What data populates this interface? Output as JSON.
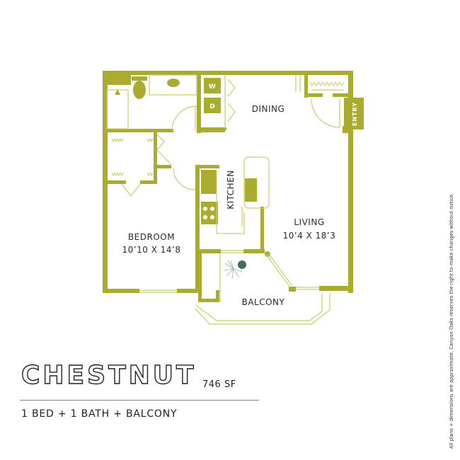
{
  "plan": {
    "name": "CHESTNUT",
    "square_feet": "746 SF",
    "summary": "1 BED + 1 BATH + BALCONY",
    "disclaimer": "All plans + dimensions are approximate. Canyon Oaks reserves the right to make changes without notice.",
    "colors": {
      "wall": "#a9ac2f",
      "thin": "#c9cc6a",
      "text": "#2a2a2a",
      "plant": "#3f6f5c"
    }
  },
  "rooms": {
    "dining": {
      "label": "DINING"
    },
    "kitchen": {
      "label": "KITCHEN"
    },
    "living": {
      "label": "LIVING",
      "dimensions": "10’4 X 18’3"
    },
    "bedroom": {
      "label": "BEDROOM",
      "dimensions": "10’10 X 14’8"
    },
    "balcony": {
      "label": "BALCONY"
    },
    "entry": {
      "label": "ENTRY"
    }
  },
  "appliances": {
    "washer": "W",
    "dryer": "D"
  }
}
